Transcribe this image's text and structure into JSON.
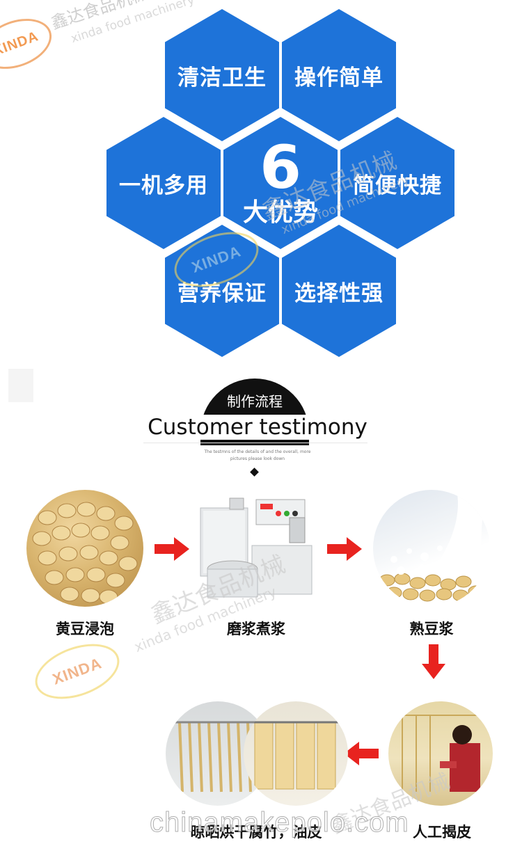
{
  "watermark": {
    "cn": "鑫达食品机械",
    "en": "xinda food machinery",
    "logo": "XINDA",
    "site": "chinamakepolo.com"
  },
  "advantages": {
    "center_number": "6",
    "center_label": "大优势",
    "items": [
      "清洁卫生",
      "操作简单",
      "一机多用",
      "简便快捷",
      "营养保证",
      "选择性强"
    ]
  },
  "process": {
    "header_cn": "制作流程",
    "header_en": "Customer testimony",
    "tiny_line1": "The testmns of the details of and the overall, more",
    "tiny_line2": "pictures please look down",
    "steps": [
      "黄豆浸泡",
      "磨浆煮浆",
      "熟豆浆",
      "人工揭皮",
      "晾晒烘干腐竹，油皮"
    ]
  },
  "colors": {
    "hex_blue": "#1e73d9",
    "arrow_red": "#e8231f"
  }
}
